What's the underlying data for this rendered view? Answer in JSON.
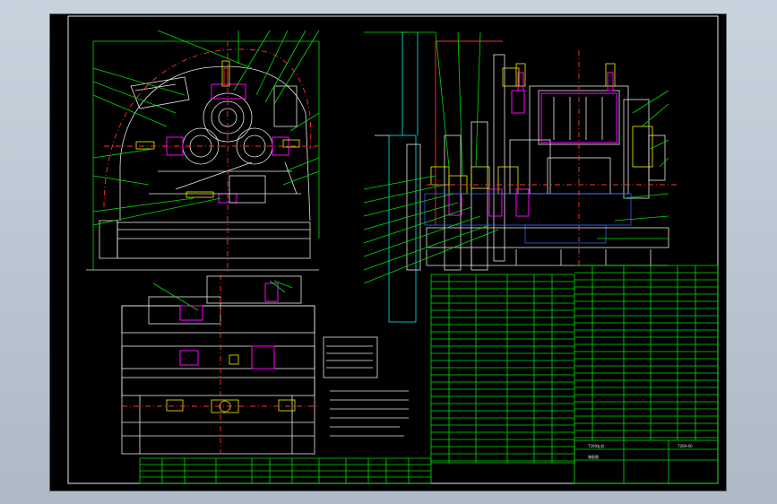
{
  "viewer": {
    "canvas_bg": "#000000",
    "outer_bg": "#b8c2ce"
  },
  "colors": {
    "green": "#00e000",
    "white": "#e8e8e8",
    "yellow": "#f0f000",
    "red": "#ff3030",
    "magenta": "#ff00ff",
    "cyan": "#00f0f0",
    "blue": "#3060ff"
  },
  "drawing": {
    "title_block": {
      "name": "T200轧机",
      "sheet": "装配图",
      "drawing_no": "T200-00"
    }
  }
}
